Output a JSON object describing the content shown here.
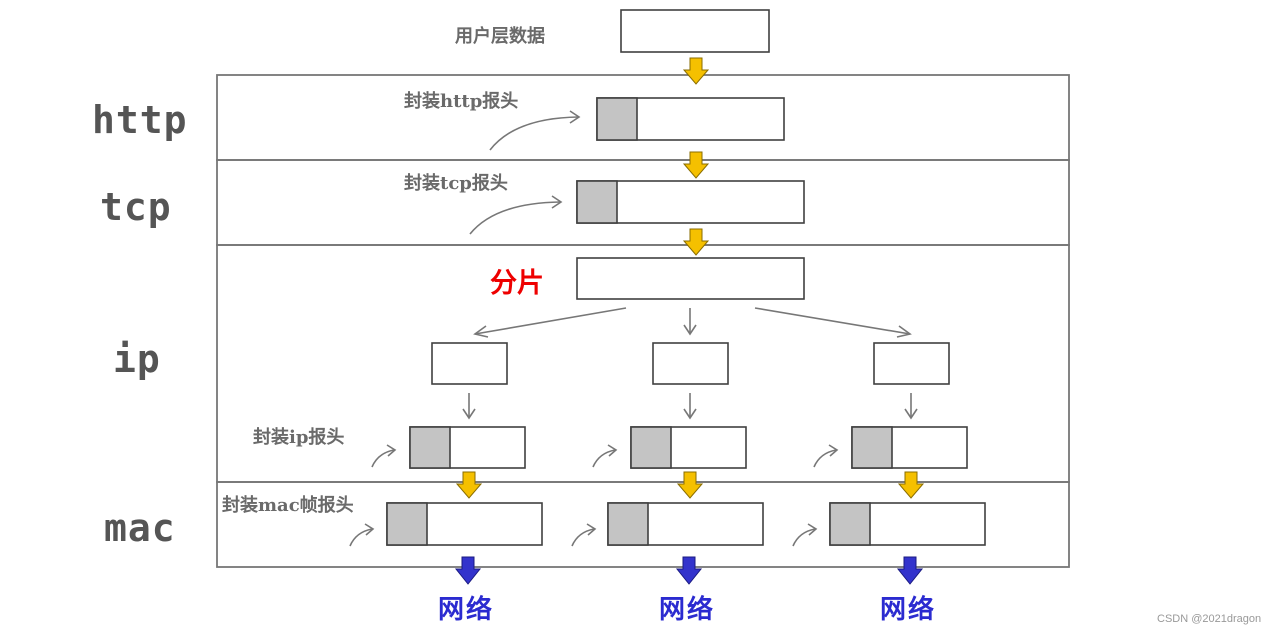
{
  "layers": {
    "http": "http",
    "tcp": "tcp",
    "ip": "ip",
    "mac": "mac"
  },
  "labels": {
    "user_data": "用户层数据",
    "http_header": "封装http报头",
    "tcp_header": "封装tcp报头",
    "split": "分片",
    "ip_header": "封装ip报头",
    "mac_header": "封装mac帧报头",
    "network": "网络"
  },
  "watermark": "CSDN @2021dragon",
  "colors": {
    "header_fill": "#c4c4c4",
    "down_arrow_yellow": "#f5c000",
    "down_arrow_blue": "#3333cc",
    "split_text": "#ee0000",
    "network_text": "#2b2bd0"
  }
}
